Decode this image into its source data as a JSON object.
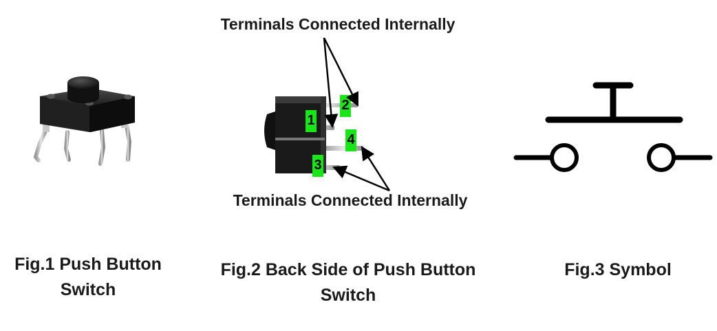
{
  "annotations": {
    "top": "Terminals Connected Internally",
    "bottom": "Terminals Connected Internally"
  },
  "terminal_labels": [
    "1",
    "2",
    "3",
    "4"
  ],
  "captions": {
    "fig1_line1": "Fig.1 Push Button",
    "fig1_line2": "Switch",
    "fig2_line1": "Fig.2 Back Side of Push Button",
    "fig2_line2": "Switch",
    "fig3": "Fig.3 Symbol"
  },
  "colors": {
    "highlight": "#19e619",
    "ink": "#000000",
    "switch_body": "#2b2b2b",
    "pin_metal": "#b8b8b8"
  }
}
